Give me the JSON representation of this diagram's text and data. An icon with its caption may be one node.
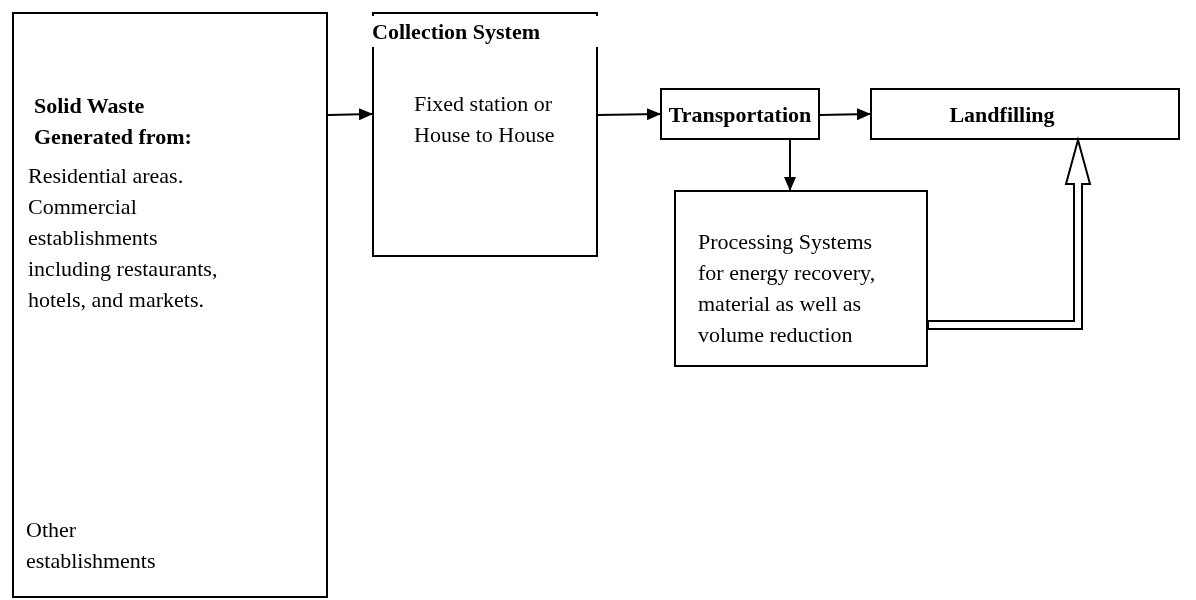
{
  "diagram": {
    "nodes": [
      {
        "text": [
          "Solid Waste Generated from:",
          "Residential areas. Commercial establishments including restaurants, hotels, and markets.",
          "Other establishments"
        ]
      },
      {
        "text": [
          "Collection System",
          "Fixed station or House to House"
        ]
      },
      {
        "text": [
          "Transportation"
        ]
      },
      {
        "text": [
          "Landfilling"
        ]
      },
      {
        "text": [
          "Processing Systems for energy recovery, material as well as volume reduction"
        ]
      }
    ],
    "edges": [
      {
        "from": 0,
        "to": 1,
        "arrow": "to"
      },
      {
        "from": 1,
        "to": 2,
        "arrow": "to"
      },
      {
        "from": 2,
        "to": 3,
        "arrow": "to"
      },
      {
        "from": 2,
        "to": 4,
        "arrow": "to"
      },
      {
        "from": 4,
        "to": 3,
        "arrow": "to",
        "style": "thick"
      }
    ]
  }
}
